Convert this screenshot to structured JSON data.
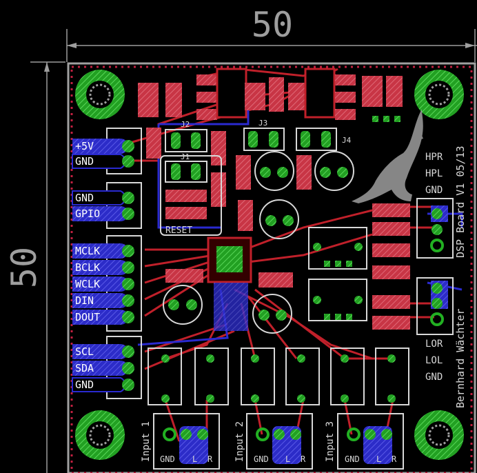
{
  "dimensions": {
    "width_label": "50",
    "height_label": "50"
  },
  "title": "DSP Board V1 05/13",
  "author": "Bernhard Wächter",
  "silkscreen": {
    "jumpers": [
      "J2",
      "J3",
      "J4",
      "J1"
    ],
    "reset": "RESET"
  },
  "left_pins": {
    "power": [
      "+5V",
      "GND"
    ],
    "gpio": [
      "GND",
      "GPIO"
    ],
    "i2s": [
      "MCLK",
      "BCLK",
      "WCLK",
      "DIN",
      "DOUT"
    ],
    "i2c": [
      "SCL",
      "SDA",
      "GND"
    ]
  },
  "right_labels": {
    "headphone": [
      "HPR",
      "HPL",
      "GND"
    ],
    "line_out": [
      "LOR",
      "LOL",
      "GND"
    ]
  },
  "inputs": [
    {
      "name": "Input 1",
      "pins": [
        "GND",
        "L",
        "R"
      ]
    },
    {
      "name": "Input 2",
      "pins": [
        "GND",
        "L",
        "R"
      ]
    },
    {
      "name": "Input 3",
      "pins": [
        "GND",
        "L",
        "R"
      ]
    }
  ],
  "colors": {
    "background": "#000000",
    "board_outline": "#a0a0a0",
    "top_copper": "#c0202a",
    "bottom_copper": "#2a2ad0",
    "via": "#22b022",
    "smd_pad": "#d04050",
    "silkscreen": "#d8d8d8",
    "dimension": "#9e9e9e"
  }
}
